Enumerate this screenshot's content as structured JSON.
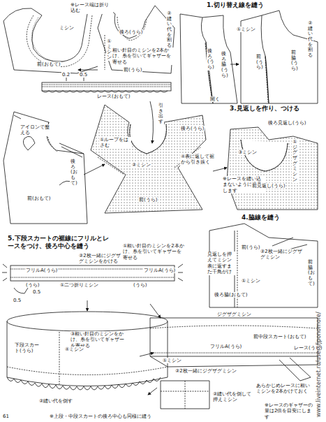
{
  "diagram": {
    "labels": [
      "※レース端は折り込む",
      "ミシン",
      "前(おもて)",
      "後ろ(うら)",
      "①ミシン",
      "②縫い代を割る",
      "前(うら)",
      "粗い針目のミシンを2本かけ、糸を引いてギャザーを寄せる",
      "0.2",
      "0.5",
      "レース(おもて)",
      "1.切り替え線を縫う",
      "①ミシン",
      "後ろ(うら)",
      "後ろ脇(うら)",
      "前(うら)",
      "前脇(うら)",
      "②縫い代を割る",
      "開く",
      "アイロンで整える",
      "①ループをはさむ",
      "後ろ(おもて)",
      "前(おもて)",
      "引き出す",
      "後ろ(うら)",
      "②ミシン",
      "前(うら)",
      "3.見返しを作り、つける",
      "後ろ見返し(うら)",
      "①ジグザグミシン",
      "③ミシン",
      "④表に返して裾から引き抜く",
      "※レースを縫い込まないように注意します",
      "前見返し(うら)",
      "4.脇線を縫う",
      "見返しを押えてミシン表に返すまた千鳥がけ",
      "前(うら)",
      "②2枚一緒にジグザグミシン",
      "後ろ脇(おもて)",
      "①ミシン",
      "前脇(おもて)",
      "5.下段スカートの裾線にフリルとレースをつけ、後ろ中心を縫う",
      "①粗い針目のミシンを2本かけ、糸を引いてギャザーを寄せる",
      "②2枚一緒にジグザグミシンをかける",
      "フリルA(うら)",
      "フリルA(うら)",
      "(うら)",
      "①二つ折りミシン",
      "(うら)",
      "0.5",
      "0.5",
      "③粗い針目のミシンをかけ、糸を引いてギャザーを寄せる",
      "④ミシン",
      "下段スカート(うら)",
      "②縫い代を倒す",
      "※上段・中段スカートの後ろ中心も同様に縫う",
      "ジグザグミシン",
      "前中段スカート(おもて)",
      "①ミシン",
      "フリルA(うら)",
      "②2枚一緒にジグザグミシン",
      "レース(うら)",
      "②縫い代を倒して押えミシン",
      "あらかじめレースに粗いミシンを2本かけておく",
      "※レースのギャザーの量は2倍を目安にします",
      "61",
      "www.liveinternet.ru/users/jponomore/"
    ]
  }
}
